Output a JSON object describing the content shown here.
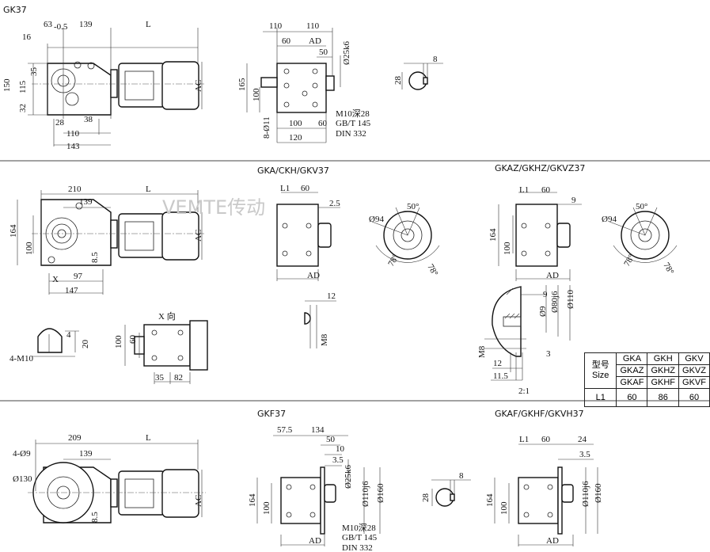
{
  "titles": {
    "gk37": "GK37",
    "gka": "GKA/CKH/GKV37",
    "gkaz": "GKAZ/GKHZ/GKVZ37",
    "gkf": "GKF37",
    "gkaf": "GKAF/GKHF/GKVH37"
  },
  "watermark": "VEMTE传动",
  "dims": {
    "gk37": [
      "63",
      "-0.5",
      "139",
      "L",
      "16",
      "35",
      "150",
      "115",
      "32",
      "28",
      "38",
      "110",
      "143",
      "AC"
    ],
    "gk37_side": [
      "110",
      "110",
      "60",
      "AD",
      "50",
      "Ø25k6",
      "165",
      "100",
      "8-Ø11",
      "100",
      "60",
      "120",
      "M10深28",
      "GB/T 145",
      "DIN 332"
    ],
    "gk37_key": [
      "8",
      "28"
    ],
    "gka": [
      "210",
      "139",
      "L",
      "164",
      "100",
      "AC",
      "X",
      "97",
      "147",
      "8.5"
    ],
    "gka_side": [
      "L1",
      "60",
      "2.5",
      "AD"
    ],
    "gka_circle": [
      "50°",
      "Ø94",
      "78°",
      "78°"
    ],
    "gka_pin": [
      "12",
      "M8"
    ],
    "gka_xview": [
      "4",
      "20",
      "4-M10",
      "X 向",
      "100",
      "60",
      "35",
      "82"
    ],
    "gkaz_side": [
      "L1",
      "60",
      "9",
      "164",
      "100",
      "AD"
    ],
    "gkaz_circle": [
      "50°",
      "Ø94",
      "78°",
      "78°"
    ],
    "gkaz_detail": [
      "9",
      "Ø9",
      "Ø80j6",
      "Ø110",
      "M8",
      "3",
      "12",
      "11.5",
      "2:1"
    ],
    "gkf": [
      "209",
      "139",
      "L",
      "4-Ø9",
      "Ø130",
      "AC",
      "8.5"
    ],
    "gkf_side": [
      "57.5",
      "134",
      "50",
      "10",
      "3.5",
      "Ø25k6",
      "164",
      "100",
      "Ø110j6",
      "Ø160",
      "M10深28",
      "GB/T 145",
      "DIN 332",
      "AD"
    ],
    "gkf_key": [
      "8",
      "28"
    ],
    "gkaf_side": [
      "L1",
      "60",
      "24",
      "3.5",
      "164",
      "100",
      "Ø110j6",
      "Ø160",
      "AD"
    ]
  },
  "size_table": {
    "header_label": "型号",
    "header_label2": "Size",
    "rows": [
      [
        "GKA",
        "GKH",
        "GKV"
      ],
      [
        "GKAZ",
        "GKHZ",
        "GKVZ"
      ],
      [
        "GKAF",
        "GKHF",
        "GKVF"
      ]
    ],
    "l1_label": "L1",
    "l1_values": [
      "60",
      "86",
      "60"
    ]
  }
}
